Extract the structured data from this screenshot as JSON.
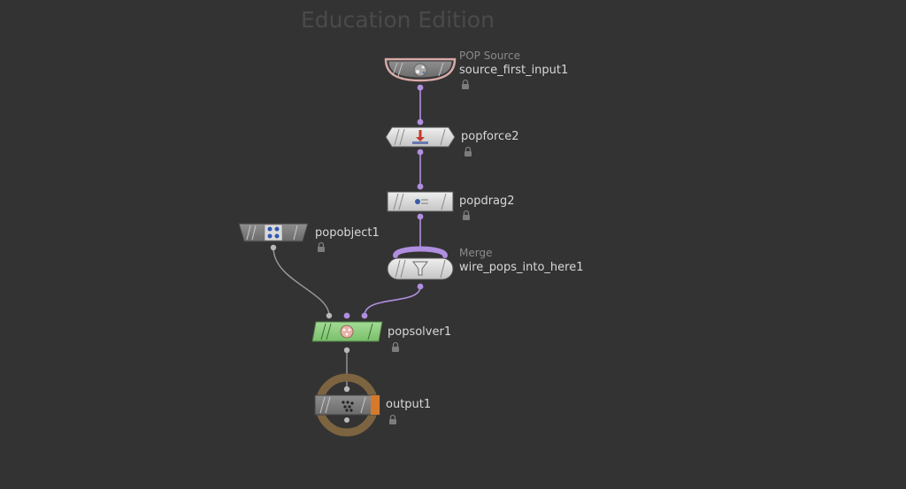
{
  "watermark": "Education Edition",
  "nodes": {
    "source": {
      "type_label": "POP Source",
      "name": "source_first_input1"
    },
    "popforce": {
      "name": "popforce2"
    },
    "popdrag": {
      "name": "popdrag2"
    },
    "merge": {
      "type_label": "Merge",
      "name": "wire_pops_into_here1"
    },
    "popobject": {
      "name": "popobject1"
    },
    "popsolver": {
      "name": "popsolver1"
    },
    "output": {
      "name": "output1"
    }
  },
  "colors": {
    "background": "#333333",
    "wire_purple": "#b08ee0",
    "wire_gray": "#9a9a9a",
    "solver_green": "#8ccf7e",
    "source_outline": "#d9aaa8",
    "output_ring": "#7d6440",
    "output_flag": "#d5792a"
  },
  "icons": {
    "source": "particle-source-icon",
    "popforce": "force-icon",
    "popdrag": "drag-icon",
    "merge": "merge-funnel-icon",
    "popobject": "pop-object-icon",
    "popsolver": "solver-icon",
    "output": "output-icon",
    "lock": "lock-icon"
  }
}
